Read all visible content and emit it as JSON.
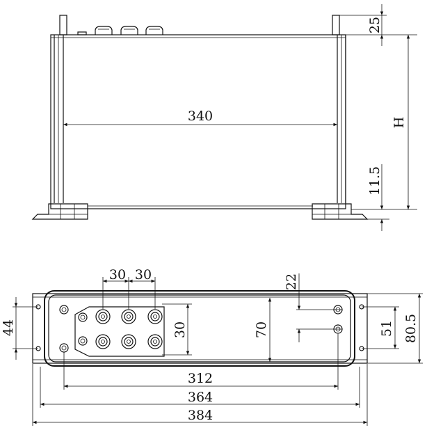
{
  "dimensions": {
    "width_340": "340",
    "height_h": "H",
    "post_25": "25",
    "base_11_5": "11.5",
    "pitch_30_a": "30",
    "pitch_30_b": "30",
    "row_pitch_30": "30",
    "slot_22": "22",
    "mount_44": "44",
    "inner_70": "70",
    "slot_span_51": "51",
    "depth_80_5": "80.5",
    "mount_312": "312",
    "inner_364": "364",
    "overall_384": "384"
  }
}
